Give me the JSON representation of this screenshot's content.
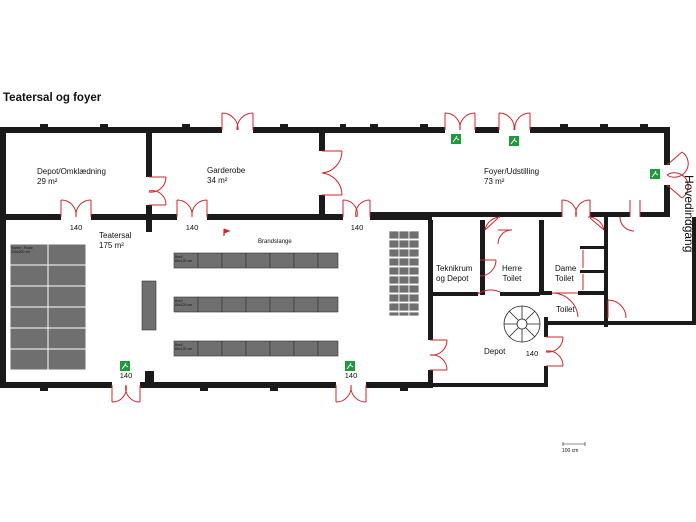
{
  "title": "Teatersal og foyer",
  "entrance_label": "Hovedindgang",
  "rooms": [
    {
      "id": "depot-omklaedning",
      "name": "Depot/Omklædning",
      "area": "29 m²"
    },
    {
      "id": "garderobe",
      "name": "Garderobe",
      "area": "34 m²"
    },
    {
      "id": "foyer",
      "name": "Foyer/Udstilling",
      "area": "73 m²"
    },
    {
      "id": "teatersal",
      "name": "Teatersal",
      "area": "175 m²"
    },
    {
      "id": "teknikrum",
      "name": "Teknikrum\nog Depot"
    },
    {
      "id": "herre",
      "name": "Herre\nToilet"
    },
    {
      "id": "dame",
      "name": "Dame\nToilet"
    },
    {
      "id": "toilet",
      "name": "Toilet"
    },
    {
      "id": "depot",
      "name": "Depot"
    }
  ],
  "brandslange": "Brandslange",
  "door_widths": [
    "140",
    "140",
    "140",
    "140",
    "140",
    "140"
  ],
  "stage_label": "Scene / Podie\n200x200 cm",
  "table_label": "Bord\n80x120 cm",
  "scale_label": "100 cm",
  "colors": {
    "wall": "#1a1a1a",
    "door": "#d0262b",
    "seating": "#6f6f6f",
    "exit_sign": "#1f9a3a"
  }
}
